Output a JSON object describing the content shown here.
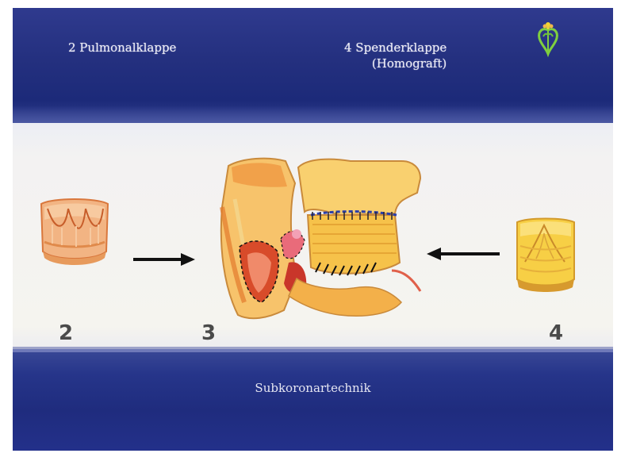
{
  "header": {
    "left_label": "2 Pulmonalklappe",
    "right_label_line1": "4 Spenderklappe",
    "right_label_line2": "(Homograft)"
  },
  "figure": {
    "numbers": [
      "2",
      "3",
      "4"
    ],
    "caption": "Subkoronartechnik",
    "icons": [
      "logo-flower-heart-icon",
      "pulmonary-valve-illustration",
      "aortic-root-illustration",
      "donor-valve-illustration",
      "arrow-right-icon",
      "arrow-left-icon"
    ]
  },
  "colors": {
    "band_blue": "#24307f",
    "panel": "#f4f3ef",
    "tissue_orange": "#e98a2f",
    "tissue_yellow": "#f4c437",
    "tissue_red": "#c8392a"
  }
}
